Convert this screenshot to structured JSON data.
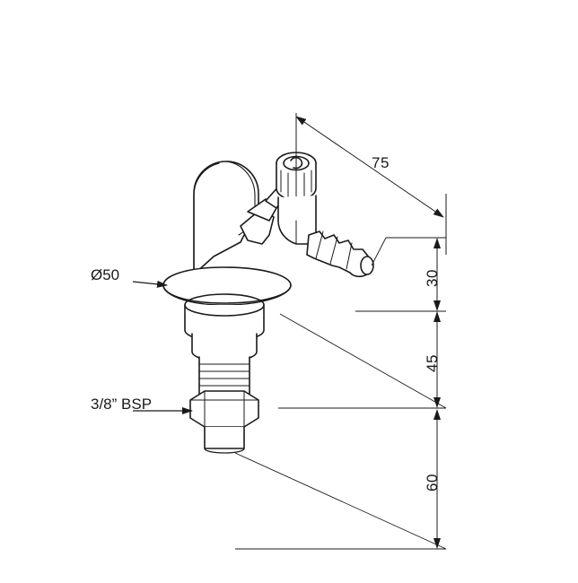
{
  "drawing": {
    "title": "technical-drawing-tap-valve",
    "line_color": "#1a1a1a",
    "fill_color": "#ffffff",
    "dimension_labels": [
      {
        "id": "width-75",
        "text": "75",
        "orientation": "horizontal"
      },
      {
        "id": "height-30",
        "text": "30",
        "orientation": "vertical"
      },
      {
        "id": "height-45",
        "text": "45",
        "orientation": "vertical"
      },
      {
        "id": "height-60",
        "text": "60",
        "orientation": "vertical"
      }
    ],
    "callouts": [
      {
        "id": "diameter-50",
        "text": "Ø50"
      },
      {
        "id": "thread-size",
        "text": "3/8” BSP"
      }
    ]
  }
}
